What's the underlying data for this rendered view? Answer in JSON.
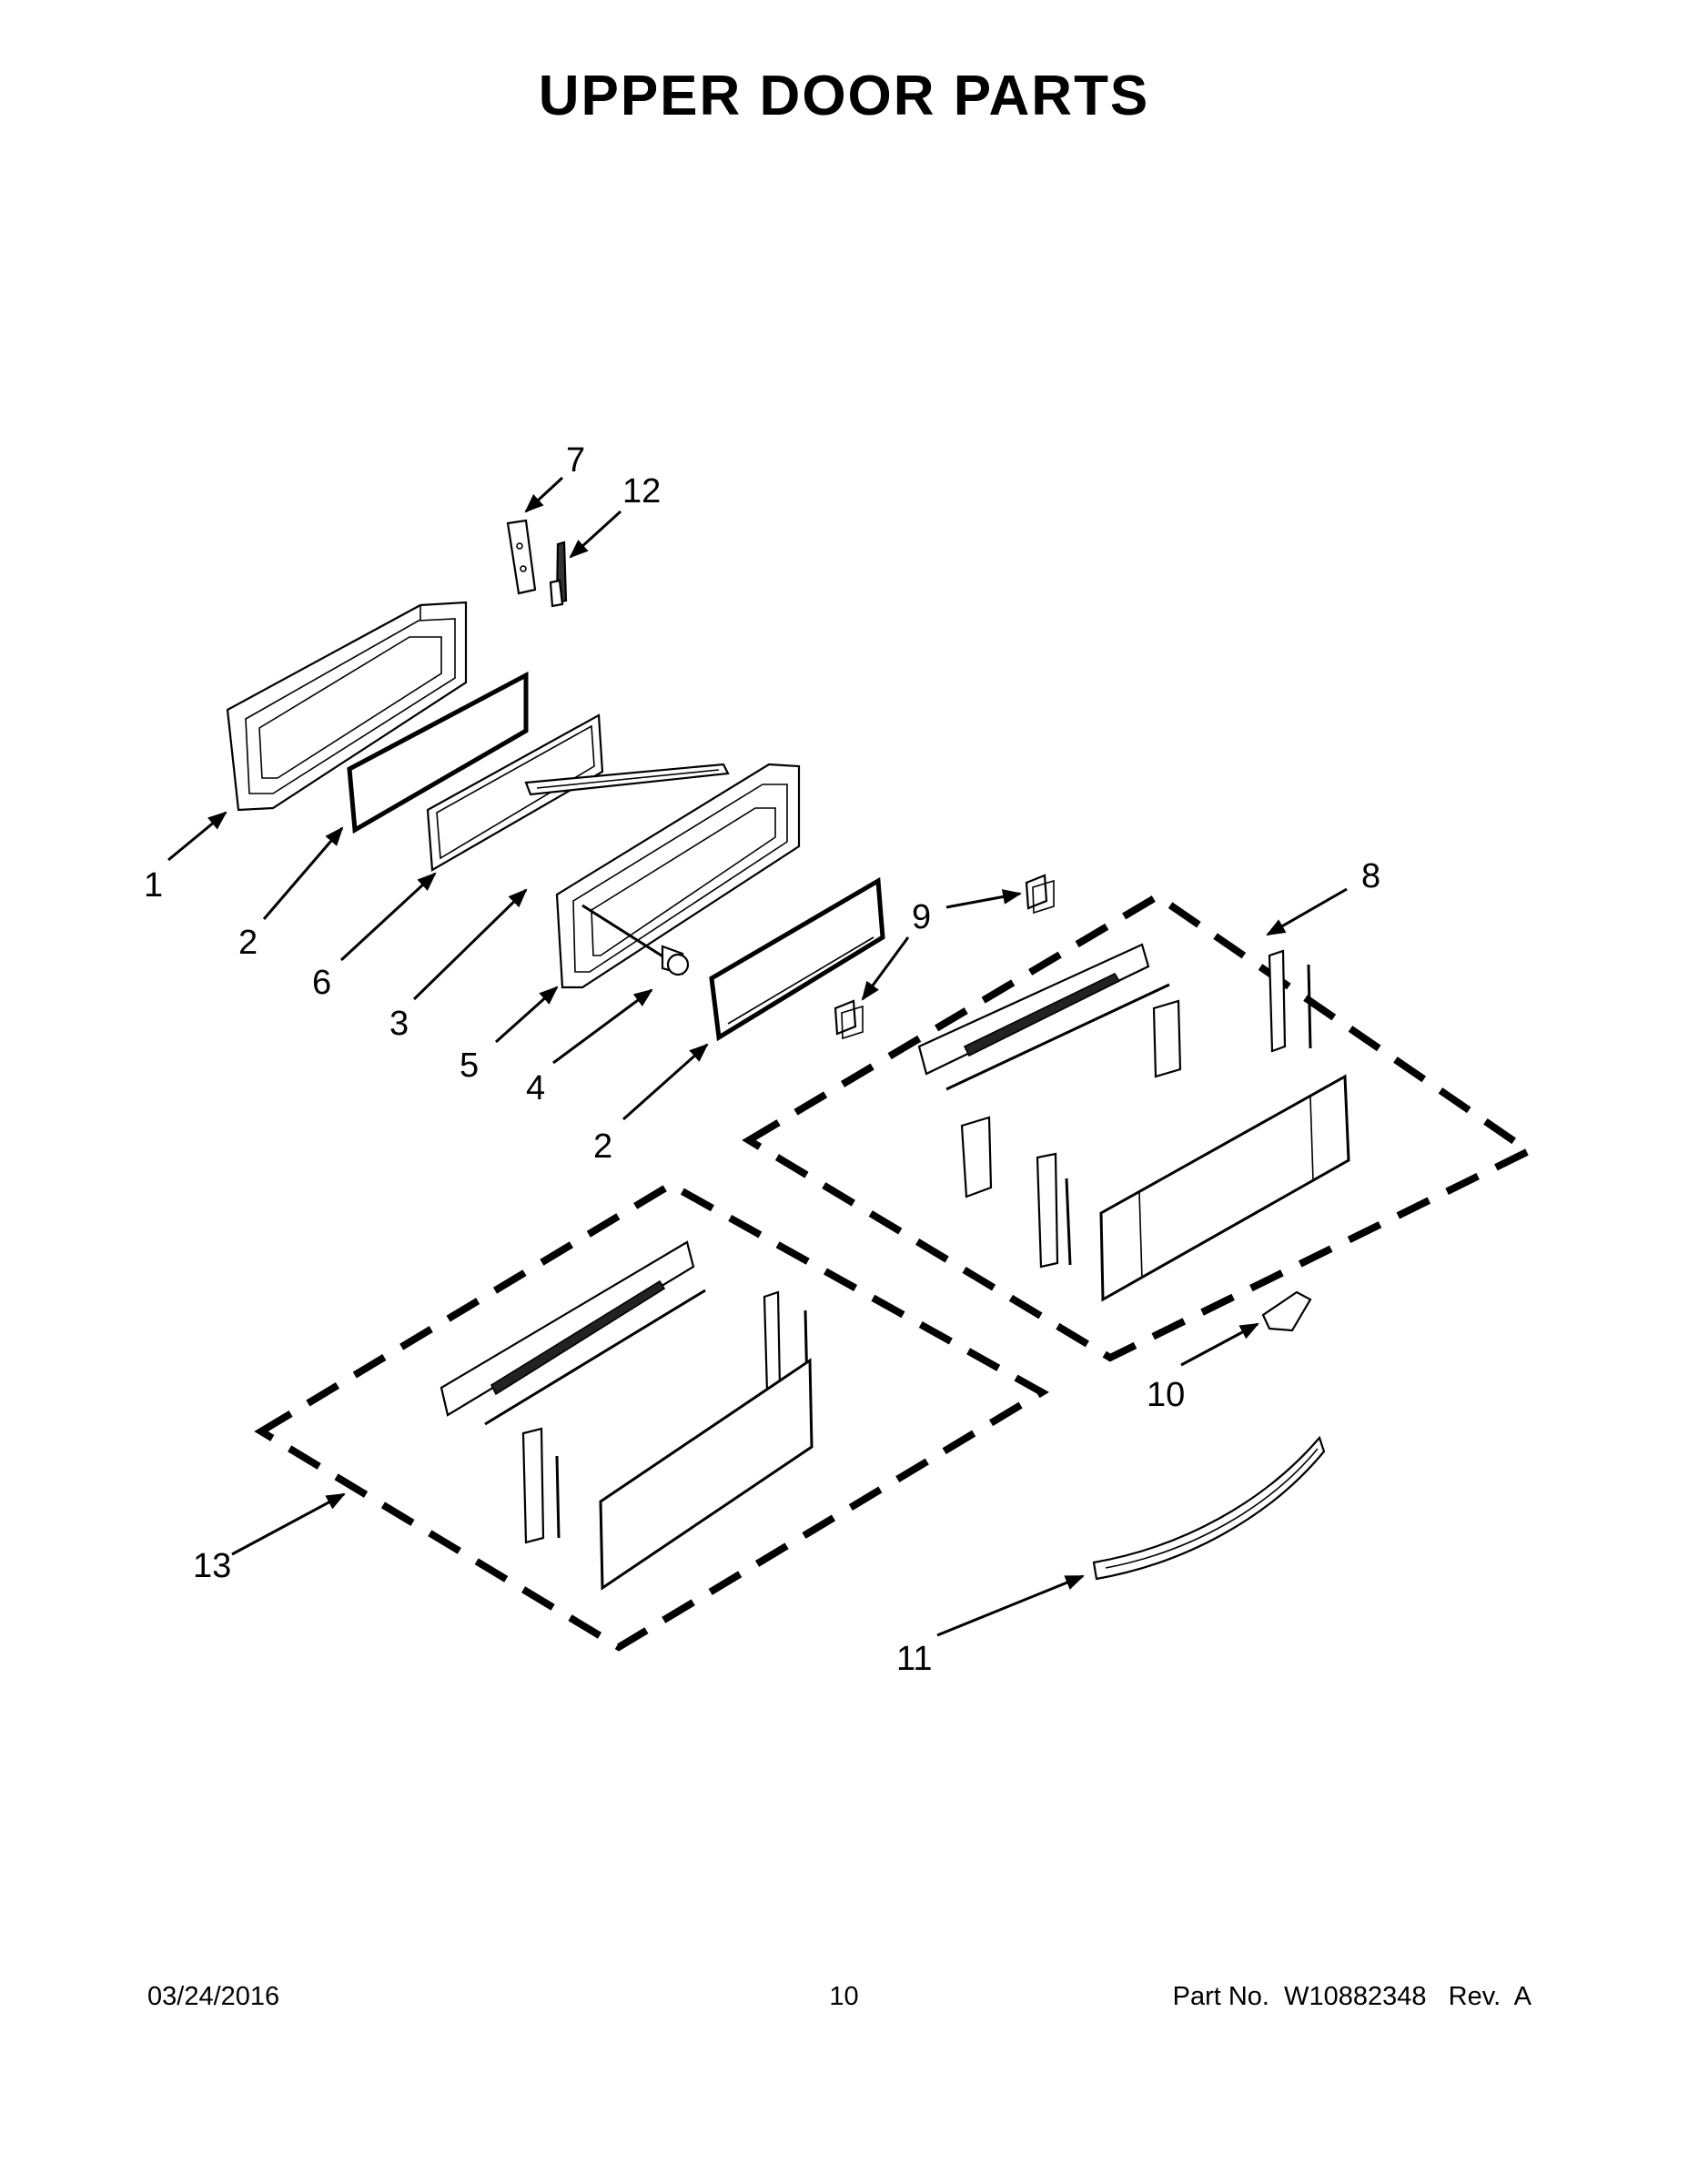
{
  "title": "UPPER DOOR PARTS",
  "callouts": [
    {
      "id": "c1",
      "label": "1"
    },
    {
      "id": "c2a",
      "label": "2"
    },
    {
      "id": "c6",
      "label": "6"
    },
    {
      "id": "c3",
      "label": "3"
    },
    {
      "id": "c5",
      "label": "5"
    },
    {
      "id": "c4",
      "label": "4"
    },
    {
      "id": "c2b",
      "label": "2"
    },
    {
      "id": "c7",
      "label": "7"
    },
    {
      "id": "c12",
      "label": "12"
    },
    {
      "id": "c9",
      "label": "9"
    },
    {
      "id": "c8",
      "label": "8"
    },
    {
      "id": "c10",
      "label": "10"
    },
    {
      "id": "c13",
      "label": "13"
    },
    {
      "id": "c11",
      "label": "11"
    }
  ],
  "footer": {
    "date": "03/24/2016",
    "page": "10",
    "part": "Part No.  W10882348   Rev.  A"
  }
}
